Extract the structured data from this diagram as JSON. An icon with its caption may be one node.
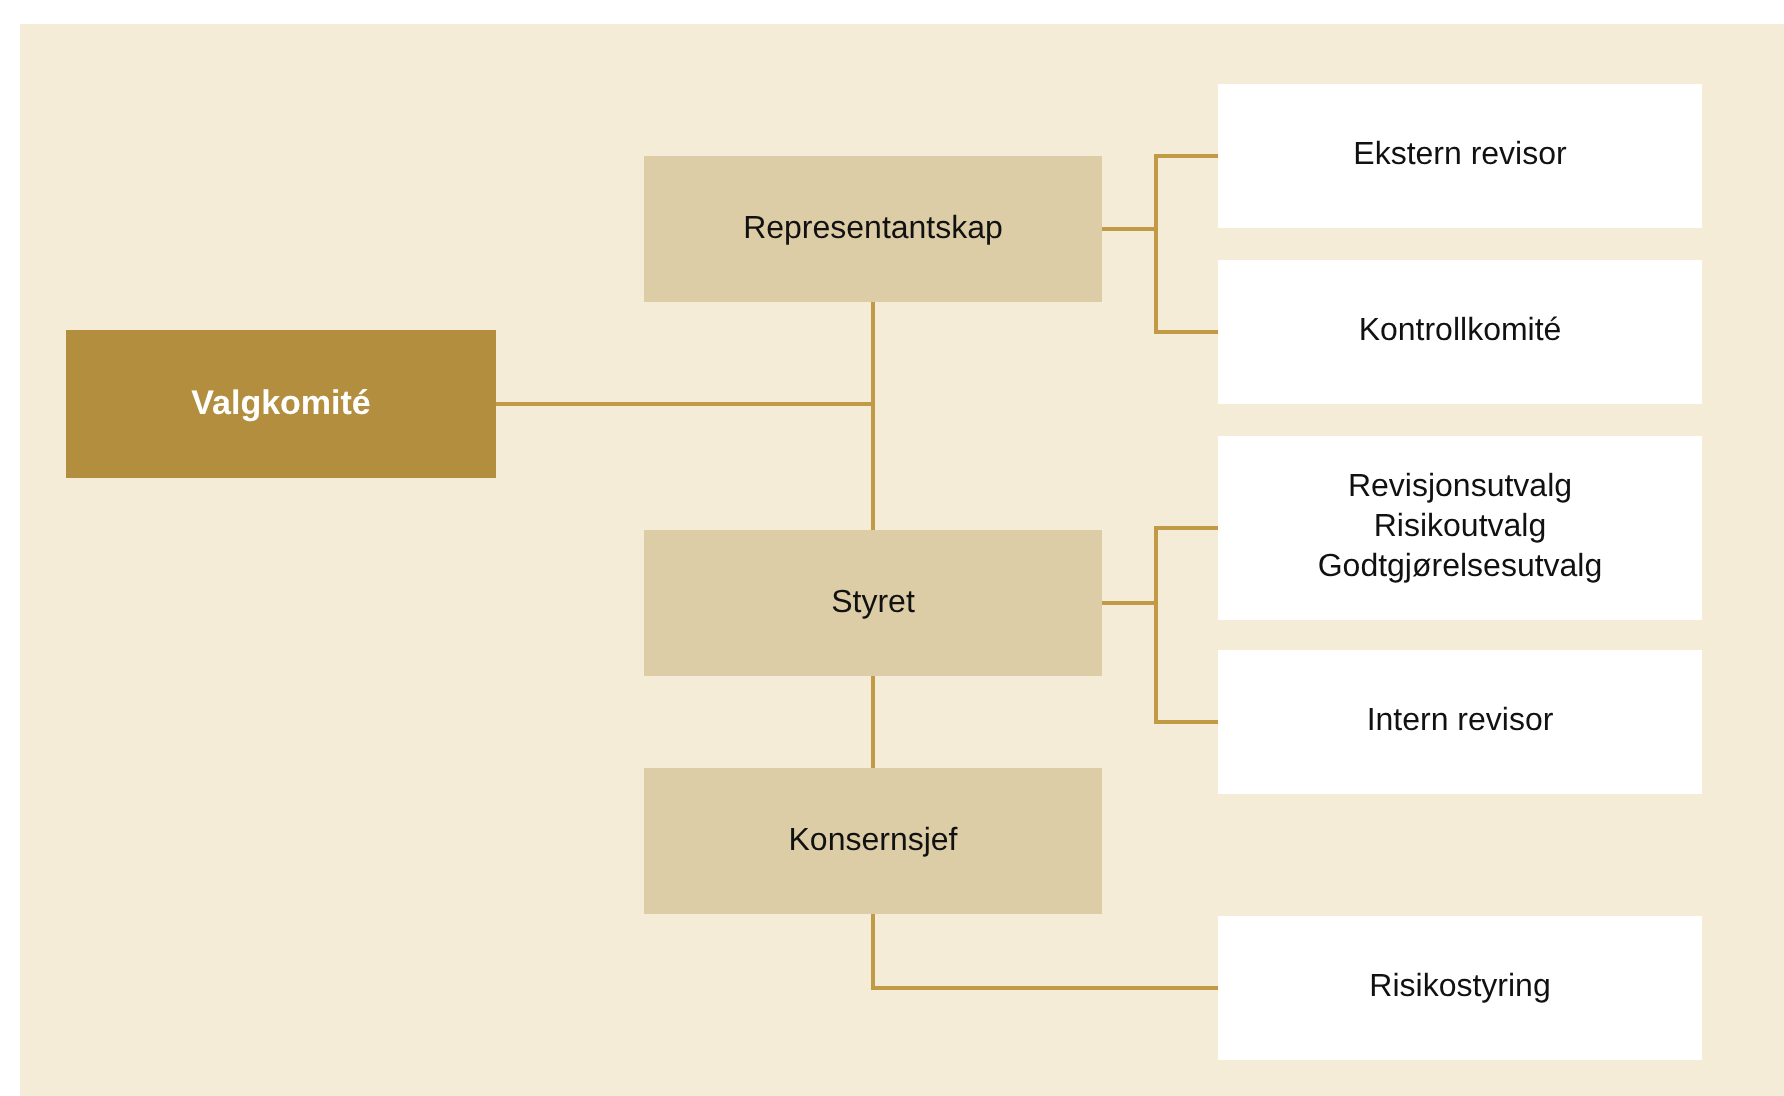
{
  "diagram": {
    "nodes": [
      {
        "text": [
          "Valgkomité"
        ]
      },
      {
        "text": [
          "Representantskap"
        ]
      },
      {
        "text": [
          "Styret"
        ]
      },
      {
        "text": [
          "Konsernsjef"
        ]
      },
      {
        "text": [
          "Ekstern revisor"
        ]
      },
      {
        "text": [
          "Kontrollkomité"
        ]
      },
      {
        "text": [
          "Revisjonsutvalg",
          "Risikoutvalg",
          "Godtgjørelsesutvalg"
        ]
      },
      {
        "text": [
          "Intern revisor"
        ]
      },
      {
        "text": [
          "Risikostyring"
        ]
      }
    ],
    "edges": [
      {
        "from": 1,
        "to": 2,
        "arrow": "none"
      },
      {
        "from": 0,
        "to": 1,
        "arrow": "none"
      },
      {
        "from": 0,
        "to": 2,
        "arrow": "none"
      },
      {
        "from": 1,
        "to": 4,
        "arrow": "none"
      },
      {
        "from": 1,
        "to": 5,
        "arrow": "none"
      },
      {
        "from": 2,
        "to": 6,
        "arrow": "none"
      },
      {
        "from": 2,
        "to": 7,
        "arrow": "none"
      },
      {
        "from": 2,
        "to": 3,
        "arrow": "none"
      },
      {
        "from": 3,
        "to": 8,
        "arrow": "none"
      }
    ]
  }
}
